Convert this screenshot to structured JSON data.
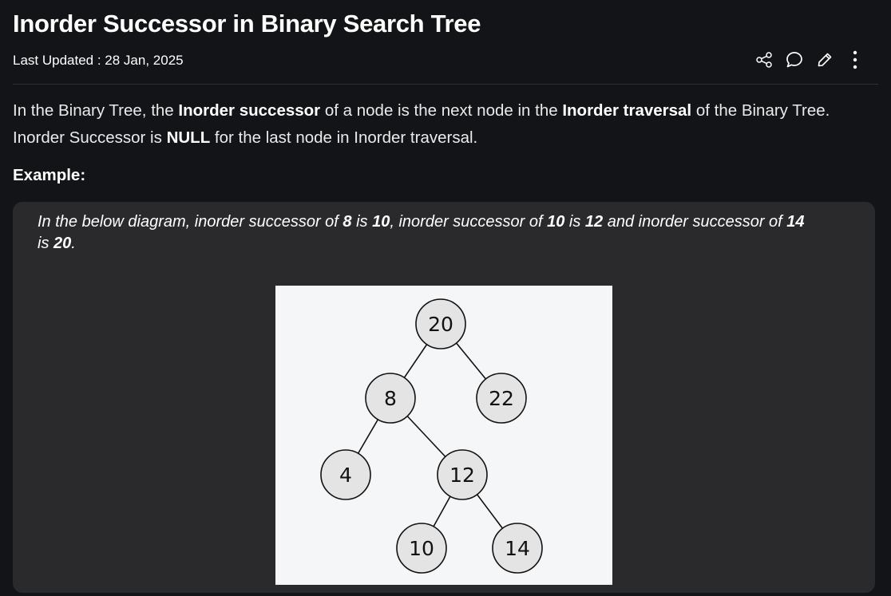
{
  "article": {
    "title": "Inorder Successor in Binary Search Tree",
    "last_updated": "Last Updated : 28 Jan, 2025",
    "intro": {
      "t1": "In the Binary Tree, the ",
      "b1": "Inorder successor",
      "t2": " of a node is the next node in the ",
      "b2": "Inorder traversal",
      "t3": " of the Binary Tree. Inorder Successor is ",
      "b3": "NULL",
      "t4": " for the last node in Inorder traversal."
    },
    "example_label": "Example:",
    "example": {
      "t1": "In the below diagram, inorder successor of ",
      "b1": "8",
      "t2": " is ",
      "b2": "10",
      "t3": ", inorder successor of ",
      "b3": "10",
      "t4": " is ",
      "b4": "12",
      "t5": " and inorder successor of ",
      "b5": "14",
      "t6": " is ",
      "b6": "20",
      "t7": "."
    }
  },
  "actions": {
    "icons": [
      "share-icon",
      "comment-icon",
      "edit-icon",
      "more-options-icon"
    ]
  },
  "tree": {
    "nodes": [
      {
        "id": "n20",
        "label": "20"
      },
      {
        "id": "n8",
        "label": "8"
      },
      {
        "id": "n22",
        "label": "22"
      },
      {
        "id": "n4",
        "label": "4"
      },
      {
        "id": "n12",
        "label": "12"
      },
      {
        "id": "n10",
        "label": "10"
      },
      {
        "id": "n14",
        "label": "14"
      }
    ],
    "edges": [
      [
        "n20",
        "n8"
      ],
      [
        "n20",
        "n22"
      ],
      [
        "n8",
        "n4"
      ],
      [
        "n8",
        "n12"
      ],
      [
        "n12",
        "n10"
      ],
      [
        "n12",
        "n14"
      ]
    ]
  },
  "colors": {
    "background": "#131417",
    "card": "#2a2a2c",
    "diagram_bg": "#f4f6f8",
    "node_fill": "#e4e4e4",
    "node_stroke": "#111111"
  }
}
